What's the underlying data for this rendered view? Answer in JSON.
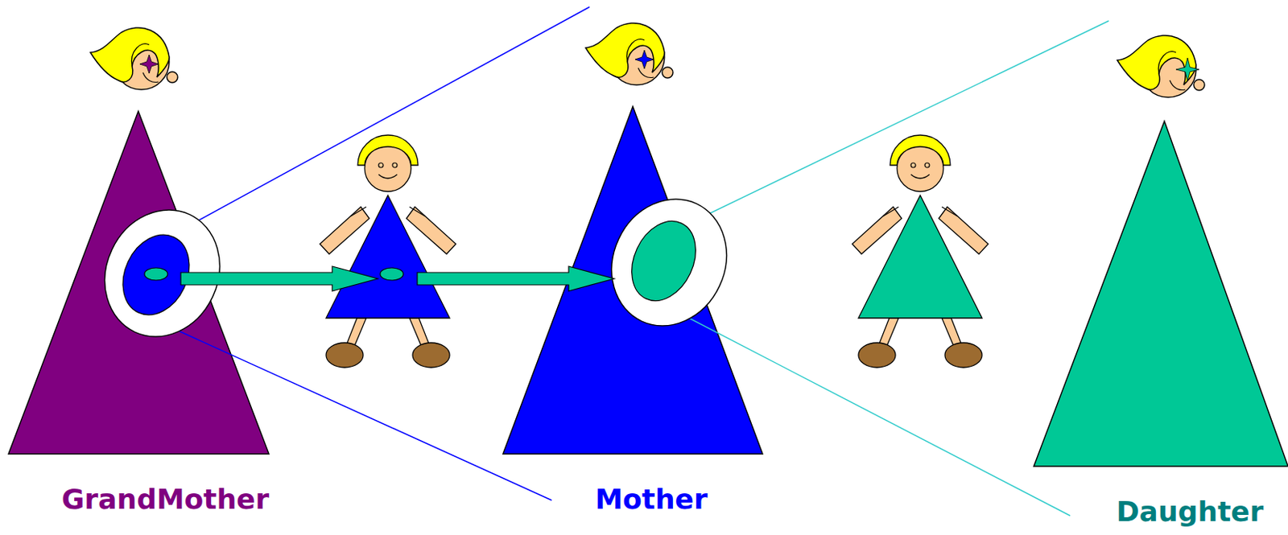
{
  "diagram": {
    "labels": [
      "GrandMother",
      "Mother",
      "Daughter"
    ]
  }
}
